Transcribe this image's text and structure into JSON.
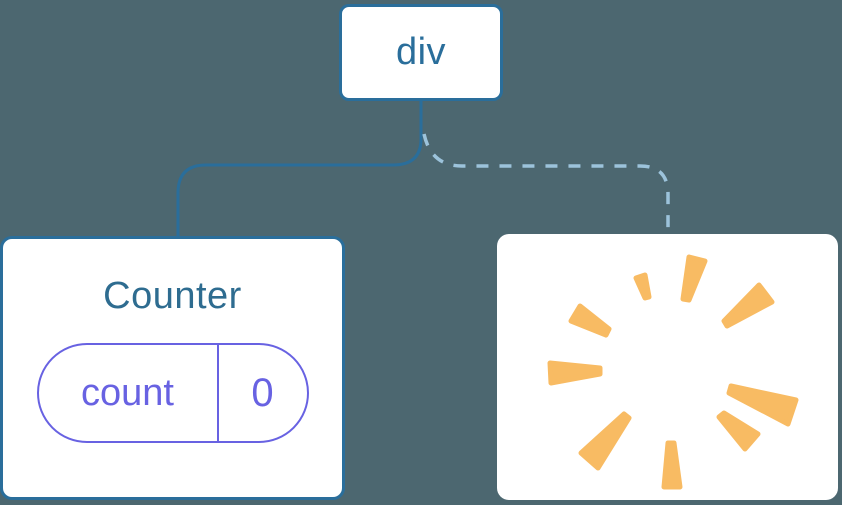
{
  "diagram": {
    "description": "component tree diagram",
    "background_color": "#4C6770",
    "root_node": {
      "label": "div"
    },
    "edges": {
      "left_edge_style": "solid",
      "right_edge_style": "dashed"
    },
    "counter_card": {
      "title": "Counter",
      "state_pill": {
        "key": "count",
        "value": "0"
      }
    },
    "removed_card": {
      "icon": "poof-icon"
    },
    "colors": {
      "node_blue": "#2A6E9B",
      "title_blue": "#2E6C90",
      "dashed_edge_blue": "#9CC3DB",
      "state_purple": "#6862E2",
      "poof_orange": "#F8BB63",
      "card_white": "#FFFFFF",
      "background_slate": "#4C6770"
    }
  }
}
